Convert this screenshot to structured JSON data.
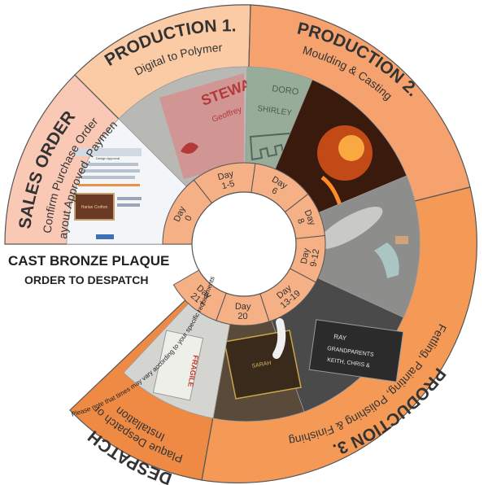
{
  "colors": {
    "sales_order": "#f9c9b6",
    "production_1": "#fbcba6",
    "production_2": "#f5a26e",
    "production_3": "#f59a56",
    "despatch": "#ef8a45",
    "day_ring": "#f5b085",
    "hub": "#ffffff",
    "outline": "#555555"
  },
  "title": {
    "line1": "CAST BRONZE PLAQUE",
    "line2": "ORDER TO DESPATCH"
  },
  "note": "Please note that times may vary according to your specific requirements",
  "stages": [
    {
      "title": "SALES ORDER",
      "lines": [
        "Confirm Purchase Order",
        "Layout Approved. Payment"
      ]
    },
    {
      "title": "PRODUCTION 1.",
      "lines": [
        "Digital to Polymer"
      ]
    },
    {
      "title": "PRODUCTION 2.",
      "lines": [
        "Moulding & Casting"
      ]
    },
    {
      "title": "PRODUCTION 3.",
      "lines": [
        "Fettling, Painting, Polishing & Finishing"
      ]
    },
    {
      "title": "DESPATCH",
      "lines": [
        "Plaque Despatch or",
        "Installation"
      ]
    }
  ],
  "days": [
    {
      "label": "Day",
      "value": "0"
    },
    {
      "label": "Day",
      "value": "1-5"
    },
    {
      "label": "Day",
      "value": "6"
    },
    {
      "label": "Day",
      "value": "8"
    },
    {
      "label": "Day",
      "value": "9-12"
    },
    {
      "label": "Day",
      "value": "13-19"
    },
    {
      "label": "Day",
      "value": "20"
    },
    {
      "label": "Day",
      "value": "21+"
    }
  ],
  "photos": [
    {
      "icon": "sales-order-document-icon",
      "caption_main": "Design Approval",
      "caption_plaque": "Harlan Crofton"
    },
    {
      "icon": "polymer-plate-icon",
      "caption_main": "STEWA",
      "caption_sub": "Geoffrey"
    },
    {
      "icon": "mould-pattern-icon",
      "caption_main": "DORO",
      "caption_sub": "SHIRLEY"
    },
    {
      "icon": "molten-metal-pour-icon"
    },
    {
      "icon": "fettling-grinder-icon"
    },
    {
      "icon": "finished-plaque-icon",
      "caption_main": "RAY",
      "caption_sub": "GRANDPARENTS",
      "caption_third": "KEITH, CHRIS &"
    },
    {
      "icon": "polishing-icon",
      "caption_main": "SARAH"
    },
    {
      "icon": "fragile-packaging-icon",
      "caption_main": "FRAGILE"
    }
  ]
}
